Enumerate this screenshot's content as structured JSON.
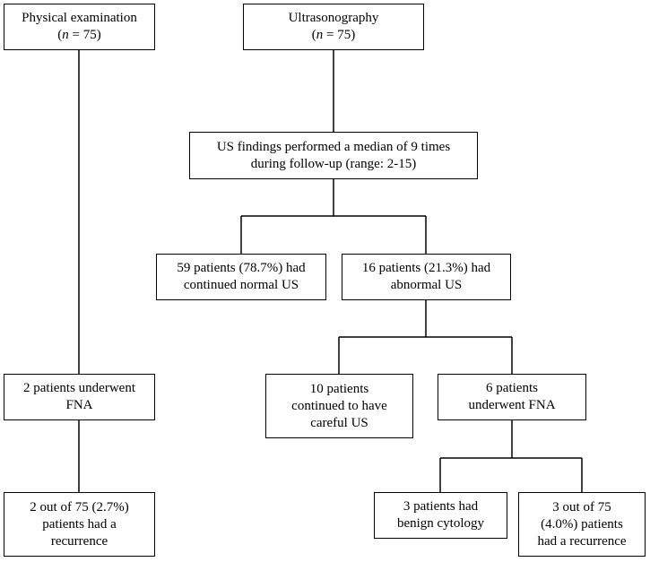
{
  "nodes": {
    "pe": {
      "line1": "Physical examination",
      "n_var": "n",
      "n_rest": " = 75)"
    },
    "us": {
      "line1": "Ultrasonography",
      "n_var": "n",
      "n_rest": " = 75)"
    },
    "usfind": {
      "line1": "US findings performed a median of 9 times",
      "line2": "during follow-up (range: 2-15)"
    },
    "normal": {
      "line1": "59 patients (78.7%) had",
      "line2": "continued normal US"
    },
    "abnormal": {
      "line1": "16 patients (21.3%) had",
      "line2": "abnormal US"
    },
    "pe_fna": {
      "line1": "2 patients underwent",
      "line2": "FNA"
    },
    "careful": {
      "line1": "10 patients",
      "line2": "continued to have",
      "line3": "careful US"
    },
    "fna6": {
      "line1": "6 patients",
      "line2": "underwent FNA"
    },
    "pe_rec": {
      "line1": "2 out of 75 (2.7%)",
      "line2": "patients had a",
      "line3": "recurrence"
    },
    "benign": {
      "line1": "3 patients had",
      "line2": "benign cytology"
    },
    "us_rec": {
      "line1": "3 out of 75",
      "line2": "(4.0%) patients",
      "line3": "had a recurrence"
    }
  }
}
